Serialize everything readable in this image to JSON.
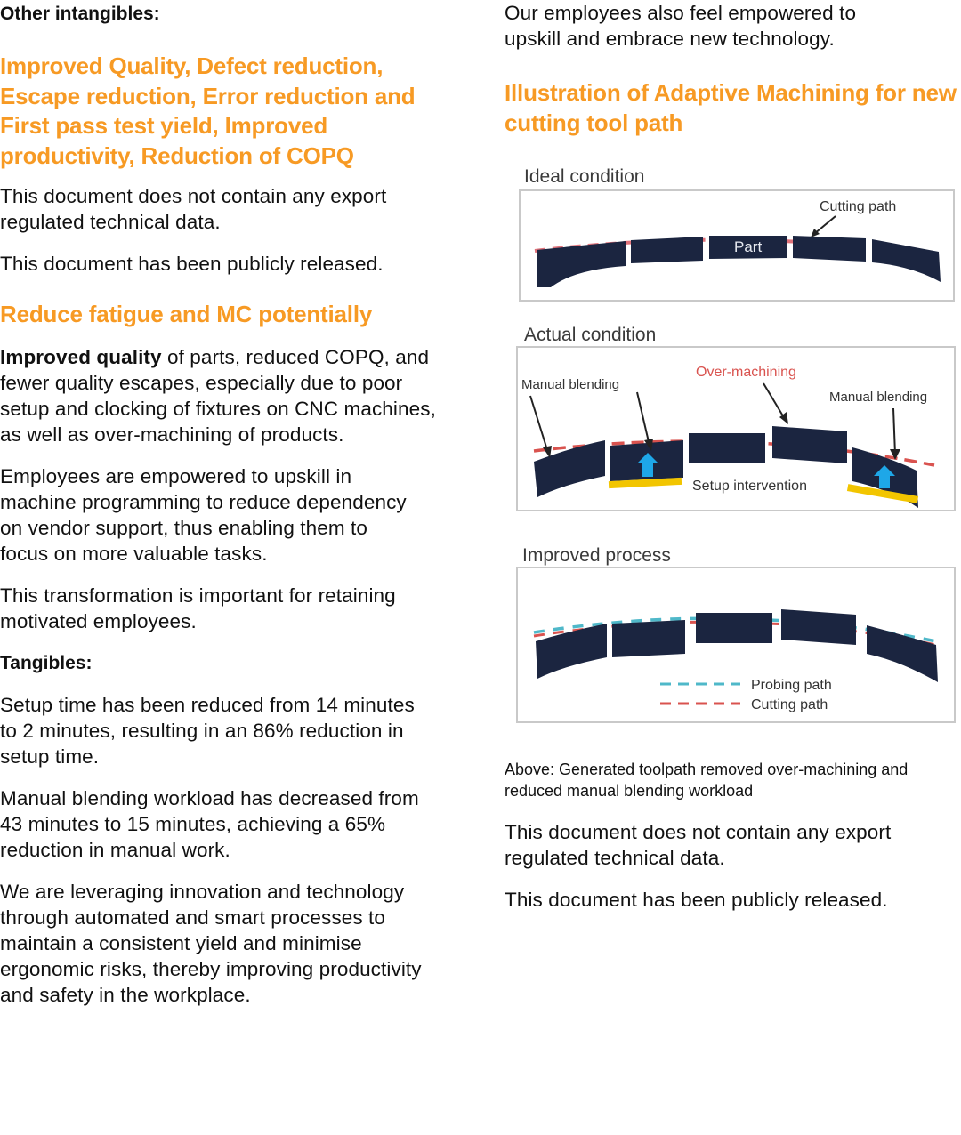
{
  "left": {
    "other_intangibles_label": "Other intangibles:",
    "heading_quality": "Improved Quality, Defect reduction, Escape reduction, Error reduction and First pass test yield, Improved productivity, Reduction of COPQ",
    "export_notice_1": "This document does not contain any export regulated technical data.",
    "release_notice_1": "This document has been publicly released.",
    "heading_fatigue": "Reduce fatigue and MC potentially",
    "quality_para_bold": "Improved quality",
    "quality_para_rest": " of parts, reduced COPQ, and fewer quality escapes, especially due to poor setup and clocking of fixtures on CNC machines, as well as over-machining of products.",
    "employees_para": "Employees are empowered to upskill in machine programming to reduce dependency on vendor support, thus enabling them to focus on more valuable tasks.",
    "transformation_para": "This transformation is important for retaining motivated employees.",
    "tangibles_label": "Tangibles:",
    "setup_para": "Setup time has been reduced from 14 minutes to 2 minutes, resulting in an 86% reduction in setup time.",
    "blending_para": "Manual blending workload has decreased from 43 minutes to 15 minutes, achieving a 65% reduction in manual work.",
    "innovation_para": "We are leveraging innovation and technology through automated and smart processes to maintain a consistent yield and minimise ergonomic risks, thereby improving productivity and safety in the workplace."
  },
  "right": {
    "upskill_para": "Our employees also feel empowered to upskill and embrace new technology.",
    "heading_illustration": "Illustration of Adaptive Machining for new cutting tool path",
    "figure": {
      "ideal": {
        "title": "Ideal condition",
        "cutting_path_label": "Cutting path",
        "part_label": "Part"
      },
      "actual": {
        "title": "Actual condition",
        "manual_blending_left": "Manual blending",
        "over_machining": "Over-machining",
        "manual_blending_right": "Manual blending",
        "setup_intervention": "Setup intervention"
      },
      "improved": {
        "title": "Improved process",
        "legend_probing": "Probing path",
        "legend_cutting": "Cutting path"
      },
      "colors": {
        "part": "#1b2540",
        "cutting_path": "#d9534f",
        "probing_path": "#4fb8c9",
        "setup_fixture": "#f2c500",
        "arrow_blue": "#1ea7e8",
        "over_machining_text": "#d9534f"
      }
    },
    "caption": "Above: Generated toolpath removed over-machining and reduced manual blending workload",
    "export_notice_2": "This document does not contain any export regulated technical data.",
    "release_notice_2": "This document has been publicly released."
  },
  "colors": {
    "accent_orange": "#F79A24",
    "text": "#111111"
  }
}
